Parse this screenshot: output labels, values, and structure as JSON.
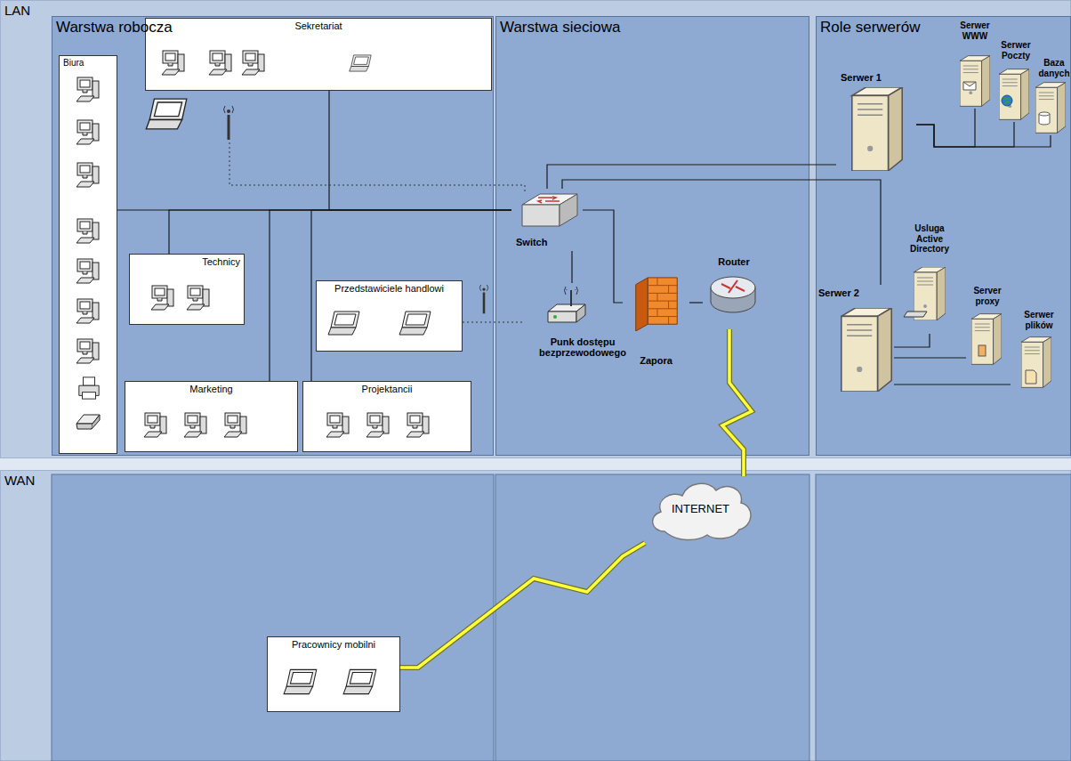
{
  "diagram": {
    "nodes": [
      {
        "text": [
          "LAN"
        ]
      },
      {
        "text": [
          "Warstwa robocza"
        ],
        "in": 0
      },
      {
        "text": [
          "Biura"
        ],
        "in": 1
      },
      {
        "text": [
          "Sekretariat"
        ],
        "in": 1
      },
      {
        "text": [
          "Technicy"
        ],
        "in": 1
      },
      {
        "text": [
          "Przedstawiciele handlowi"
        ],
        "in": 1
      },
      {
        "text": [
          "Marketing"
        ],
        "in": 1
      },
      {
        "text": [
          "Projektancii"
        ],
        "in": 1
      },
      {
        "text": [
          "Warstwa sieciowa"
        ],
        "in": 0
      },
      {
        "text": [
          "Switch"
        ],
        "in": 8
      },
      {
        "text": [
          "Punk dostępu bezprzewodowego"
        ],
        "in": 8
      },
      {
        "text": [
          "Zapora"
        ],
        "in": 8
      },
      {
        "text": [
          "Router"
        ],
        "in": 8
      },
      {
        "text": [
          "Role serwerów"
        ],
        "in": 0
      },
      {
        "text": [
          "Serwer 1"
        ],
        "in": 13
      },
      {
        "text": [
          "Serwer WWW"
        ],
        "in": 13
      },
      {
        "text": [
          "Serwer Poczty"
        ],
        "in": 13
      },
      {
        "text": [
          "Baza danych"
        ],
        "in": 13
      },
      {
        "text": [
          "Serwer 2"
        ],
        "in": 13
      },
      {
        "text": [
          "Usluga Active Directory"
        ],
        "in": 13
      },
      {
        "text": [
          "Server proxy"
        ],
        "in": 13
      },
      {
        "text": [
          "Serwer plików"
        ],
        "in": 13
      },
      {
        "text": [
          "WAN"
        ]
      },
      {
        "text": [
          "INTERNET"
        ],
        "in": 22
      },
      {
        "text": [
          "Pracownicy mobilni"
        ],
        "in": 22
      }
    ],
    "edges": [
      {
        "from": 2,
        "to": 9,
        "arrow": "none"
      },
      {
        "from": 3,
        "to": 9,
        "arrow": "none"
      },
      {
        "from": 4,
        "to": 9,
        "arrow": "none"
      },
      {
        "from": 6,
        "to": 9,
        "arrow": "none"
      },
      {
        "from": 7,
        "to": 9,
        "arrow": "none"
      },
      {
        "from": 5,
        "to": 10,
        "arrow": "none"
      },
      {
        "from": 10,
        "to": 9,
        "arrow": "none"
      },
      {
        "from": 9,
        "to": 11,
        "arrow": "none"
      },
      {
        "from": 11,
        "to": 12,
        "arrow": "none"
      },
      {
        "from": 12,
        "to": 23,
        "arrow": "none"
      },
      {
        "from": 23,
        "to": 24,
        "arrow": "none"
      },
      {
        "from": 9,
        "to": 14,
        "arrow": "none"
      },
      {
        "from": 9,
        "to": 18,
        "arrow": "none"
      },
      {
        "from": 14,
        "to": 15,
        "arrow": "none"
      },
      {
        "from": 14,
        "to": 16,
        "arrow": "none"
      },
      {
        "from": 14,
        "to": 17,
        "arrow": "none"
      },
      {
        "from": 18,
        "to": 19,
        "arrow": "none"
      },
      {
        "from": 18,
        "to": 20,
        "arrow": "none"
      },
      {
        "from": 18,
        "to": 21,
        "arrow": "none"
      }
    ]
  }
}
